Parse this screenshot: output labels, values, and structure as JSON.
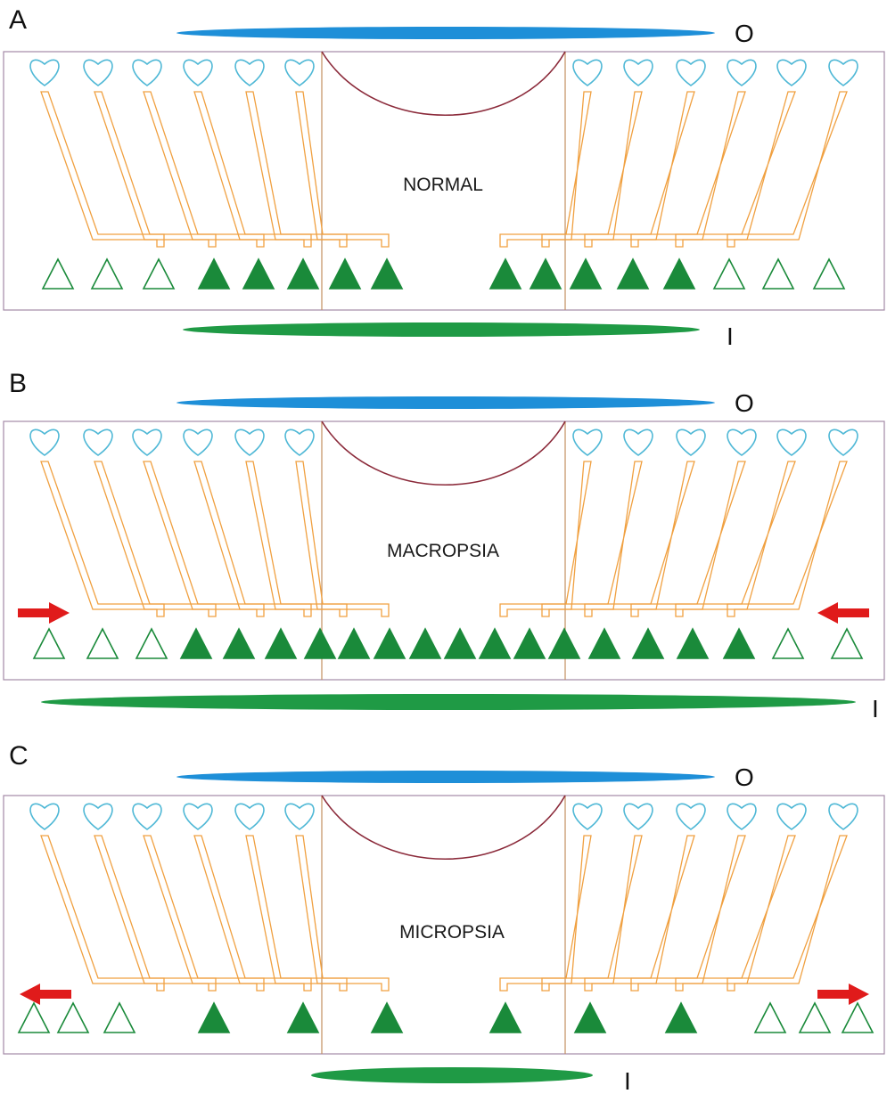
{
  "panels": [
    {
      "letter": "A",
      "label": "NORMAL",
      "top_label": "O",
      "bottom_label": "I",
      "bottom_triangles": [
        "o",
        "o",
        "o",
        "f",
        "f",
        "f",
        "f",
        "f",
        "f",
        "f",
        "f",
        "f",
        "f",
        "o",
        "o",
        "o"
      ]
    },
    {
      "letter": "B",
      "label": "MACROPSIA",
      "top_label": "O",
      "bottom_label": "I",
      "bottom_triangles": [
        "o",
        "o",
        "o",
        "f",
        "f",
        "f",
        "f",
        "f",
        "f",
        "f",
        "f",
        "f",
        "f",
        "f",
        "f",
        "f",
        "f",
        "f",
        "o",
        "o",
        "o"
      ],
      "arrows": [
        "inward-right",
        "inward-left"
      ]
    },
    {
      "letter": "C",
      "label": "MICROPSIA",
      "top_label": "O",
      "bottom_label": "I",
      "bottom_triangles": [
        "o",
        "o",
        "o",
        "f",
        "f",
        "f",
        "f",
        "f",
        "f",
        "o",
        "o",
        "o"
      ],
      "arrows": [
        "outward-left",
        "outward-right"
      ]
    }
  ],
  "colors": {
    "object_ellipse": "#1e8fd8",
    "image_ellipse": "#1f9a45",
    "heart_outline": "#4fb8d6",
    "connector": "#f0a040",
    "fovea_curve": "#8b2a3a",
    "frame": "#a48aa6",
    "divider": "#c39060",
    "triangle": "#1a8a3a",
    "arrow": "#e01b1b"
  }
}
